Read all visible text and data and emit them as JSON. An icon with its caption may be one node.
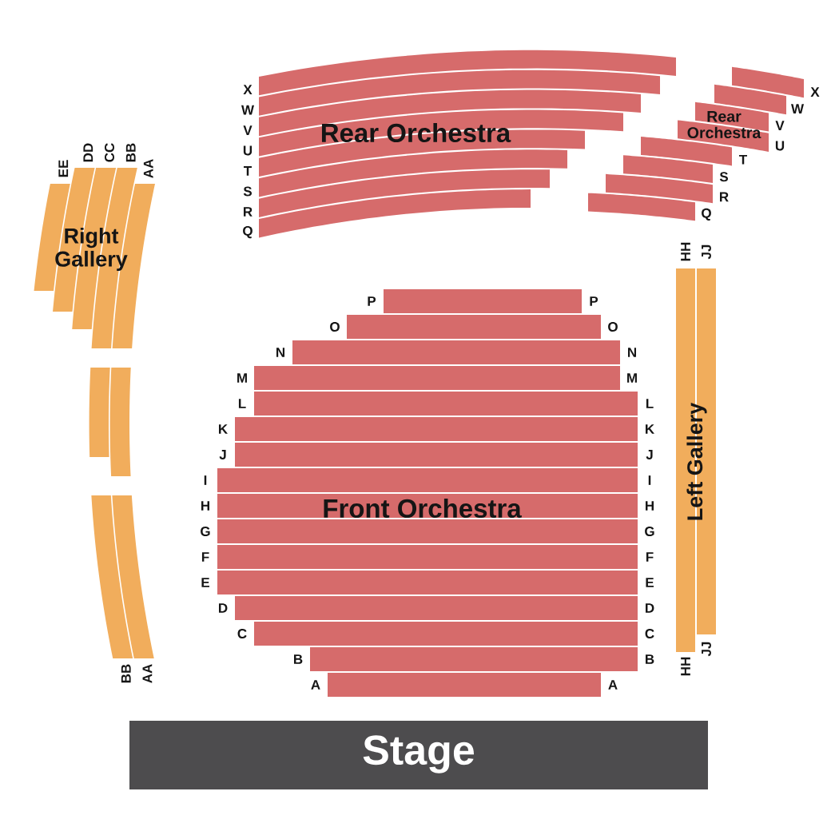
{
  "diagram": {
    "nodes": [
      {
        "text": [
          "Rear Orchestra",
          "X",
          "W",
          "V",
          "U",
          "T",
          "S",
          "R",
          "Q"
        ]
      },
      {
        "text": [
          "Rear Orchestra",
          "X",
          "W",
          "V",
          "U",
          "T",
          "S",
          "R",
          "Q"
        ]
      },
      {
        "text": [
          "Right Gallery",
          "EE",
          "DD",
          "CC",
          "BB",
          "AA"
        ]
      },
      {
        "text": [],
        "shape": "bar"
      },
      {
        "text": [
          "BB",
          "AA"
        ]
      },
      {
        "text": [
          "Front Orchestra",
          "P",
          "P",
          "O",
          "O",
          "N",
          "N",
          "M",
          "M",
          "L",
          "L",
          "K",
          "K",
          "J",
          "J",
          "I",
          "I",
          "H",
          "H",
          "G",
          "G",
          "F",
          "F",
          "E",
          "E",
          "D",
          "D",
          "C",
          "C",
          "B",
          "B",
          "A",
          "A"
        ]
      },
      {
        "text": [
          "Left Gallery",
          "HH",
          "JJ",
          "HH",
          "JJ"
        ]
      },
      {
        "text": [
          "Stage"
        ]
      }
    ]
  }
}
